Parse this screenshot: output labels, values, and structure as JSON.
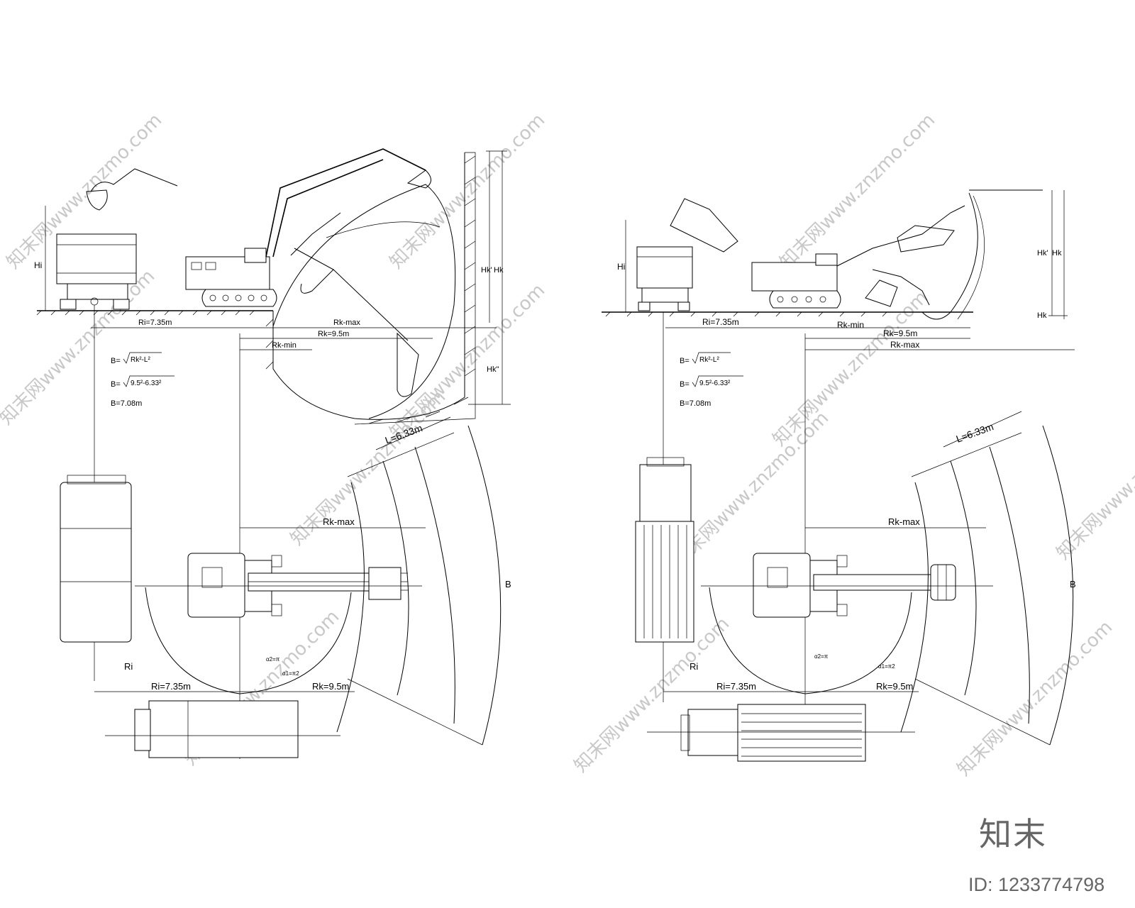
{
  "left": {
    "side_labels": {
      "hi": "Hi",
      "hk_prime": "Hk'",
      "hk": "Hk",
      "hk_dbl": "Hk\""
    },
    "dims": {
      "ri": "Ri=7.35m",
      "rk_max": "Rk-max",
      "rk": "Rk=9.5m",
      "rk_min": "Rk-min"
    },
    "formula": {
      "f1_base": "B=",
      "f1_expr": "Rk²-L²",
      "f2_base": "B=",
      "f2_expr": "9.5²-6.33²",
      "f3": "B=7.08m"
    },
    "plan": {
      "l_dim": "L=6.33m",
      "rk_max": "Rk-max",
      "b": "B",
      "ri_side": "Ri",
      "ri": "Ri=7.35m",
      "rk": "Rk=9.5m",
      "a2": "α2=π",
      "a1": "α1=π2"
    }
  },
  "right": {
    "side_labels": {
      "hi": "Hi",
      "hk_prime": "Hk'",
      "hk": "Hk",
      "hk_low": "Hk"
    },
    "dims": {
      "ri": "Ri=7.35m",
      "rk_min": "Rk-min",
      "rk": "Rk=9.5m",
      "rk_max": "Rk-max"
    },
    "formula": {
      "f1_base": "B=",
      "f1_expr": "Rk²-L²",
      "f2_base": "B=",
      "f2_expr": "9.5²-6.33²",
      "f3": "B=7.08m"
    },
    "plan": {
      "l_dim": "L=6.33m",
      "rk_max": "Rk-max",
      "b": "B",
      "ri_side": "Ri",
      "ri": "Ri=7.35m",
      "rk": "Rk=9.5m",
      "a2": "α2=π",
      "a1": "α1=π2"
    }
  },
  "watermark": {
    "text": "知末网www.znzmo.com"
  },
  "brand": {
    "logo": "知末",
    "id": "ID: 1233774798"
  }
}
